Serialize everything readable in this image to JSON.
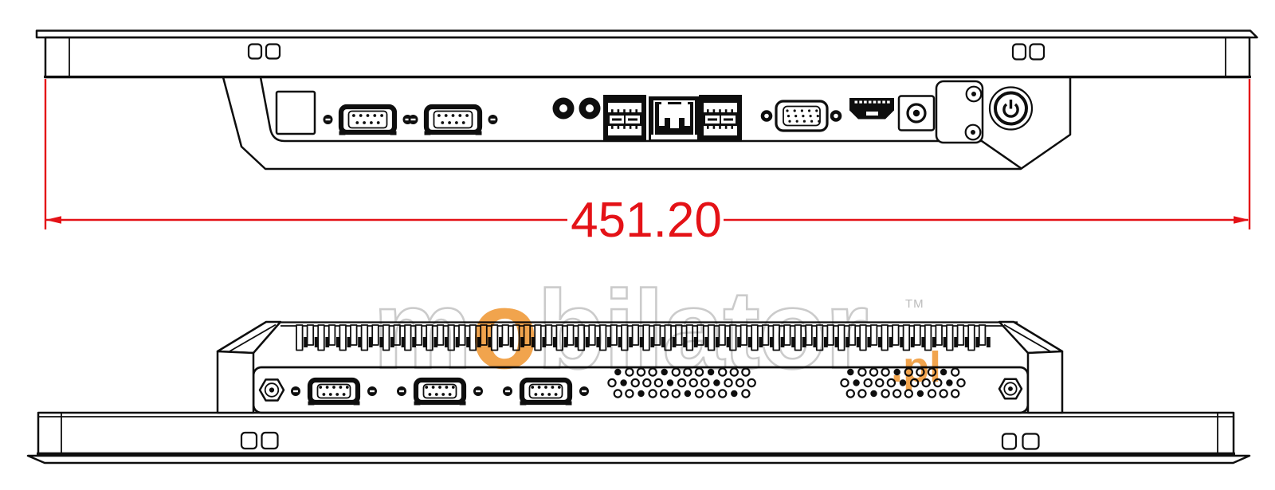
{
  "dimension": {
    "label": "451.20"
  },
  "watermark": {
    "m": "m",
    "o": "o",
    "rest": "bilator",
    "domain": ".pl",
    "tm": "TM"
  },
  "colors": {
    "dimension_red": "#e41217",
    "watermark_orange": "#f09c3e",
    "watermark_gray": "#c7c7c7",
    "line_black": "#0e0e0e"
  }
}
